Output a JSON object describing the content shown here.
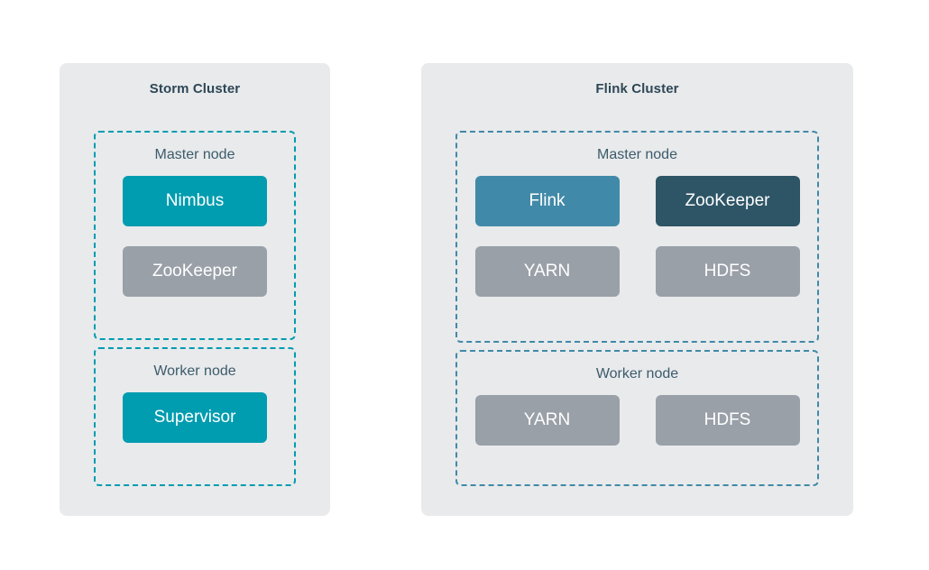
{
  "colors": {
    "background": "#ffffff",
    "card_background": "#e8eaec",
    "title_text": "#2e4756",
    "label_text": "#3d5b6b",
    "teal": "#009caf",
    "steel_blue": "#4189a8",
    "dark_slate": "#2d5566",
    "gray": "#9aa0a8"
  },
  "clusters": [
    {
      "id": "storm",
      "title": "Storm Cluster",
      "accent": "#009caf",
      "groups": [
        {
          "id": "storm-master",
          "label": "Master node",
          "components": [
            {
              "label": "Nimbus",
              "color": "teal"
            },
            {
              "label": "ZooKeeper",
              "color": "gray"
            }
          ]
        },
        {
          "id": "storm-worker",
          "label": "Worker node",
          "components": [
            {
              "label": "Supervisor",
              "color": "teal"
            }
          ]
        }
      ]
    },
    {
      "id": "flink",
      "title": "Flink Cluster",
      "accent": "#4189a8",
      "groups": [
        {
          "id": "flink-master",
          "label": "Master node",
          "rows": [
            [
              {
                "label": "Flink",
                "color": "steel"
              },
              {
                "label": "ZooKeeper",
                "color": "slate"
              }
            ],
            [
              {
                "label": "YARN",
                "color": "gray"
              },
              {
                "label": "HDFS",
                "color": "gray"
              }
            ]
          ]
        },
        {
          "id": "flink-worker",
          "label": "Worker node",
          "rows": [
            [
              {
                "label": "YARN",
                "color": "gray"
              },
              {
                "label": "HDFS",
                "color": "gray"
              }
            ]
          ]
        }
      ]
    }
  ]
}
